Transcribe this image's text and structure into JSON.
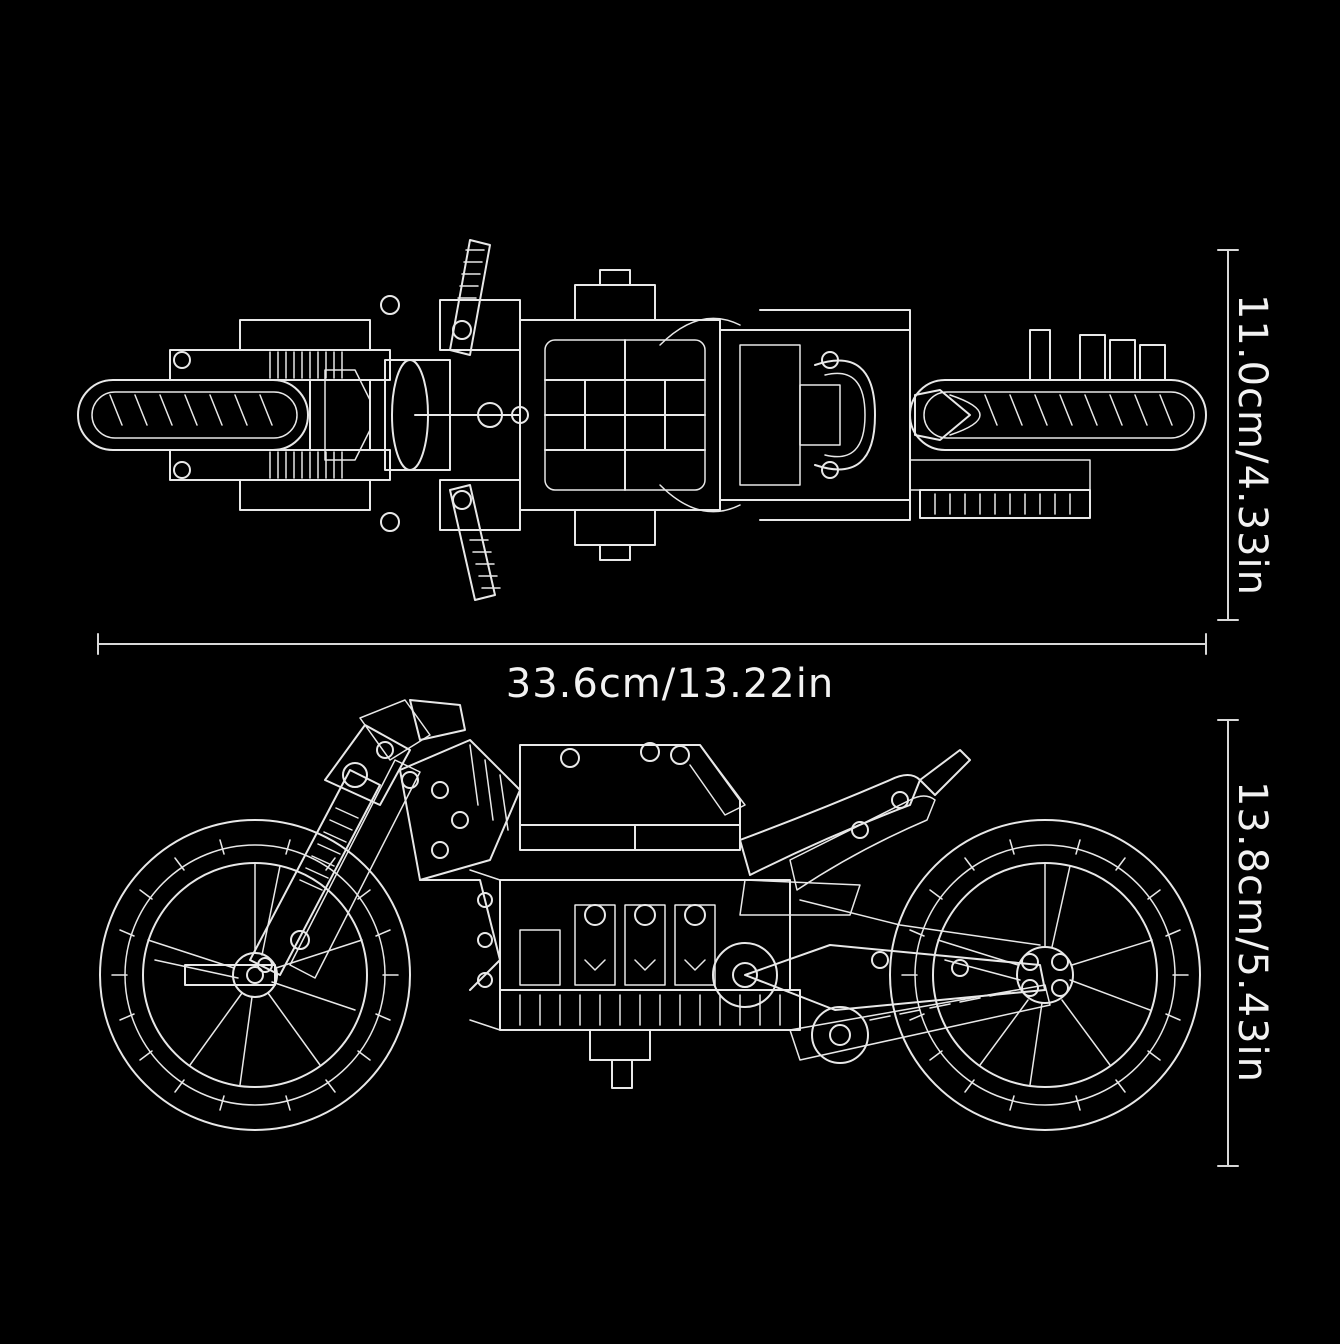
{
  "background_color": "#000000",
  "line_color": "#e8e8e8",
  "dimensions": {
    "length_label": "33.6cm/13.22in",
    "top_view_width_label": "11.0cm/4.33in",
    "side_view_height_label": "13.8cm/5.43in"
  }
}
